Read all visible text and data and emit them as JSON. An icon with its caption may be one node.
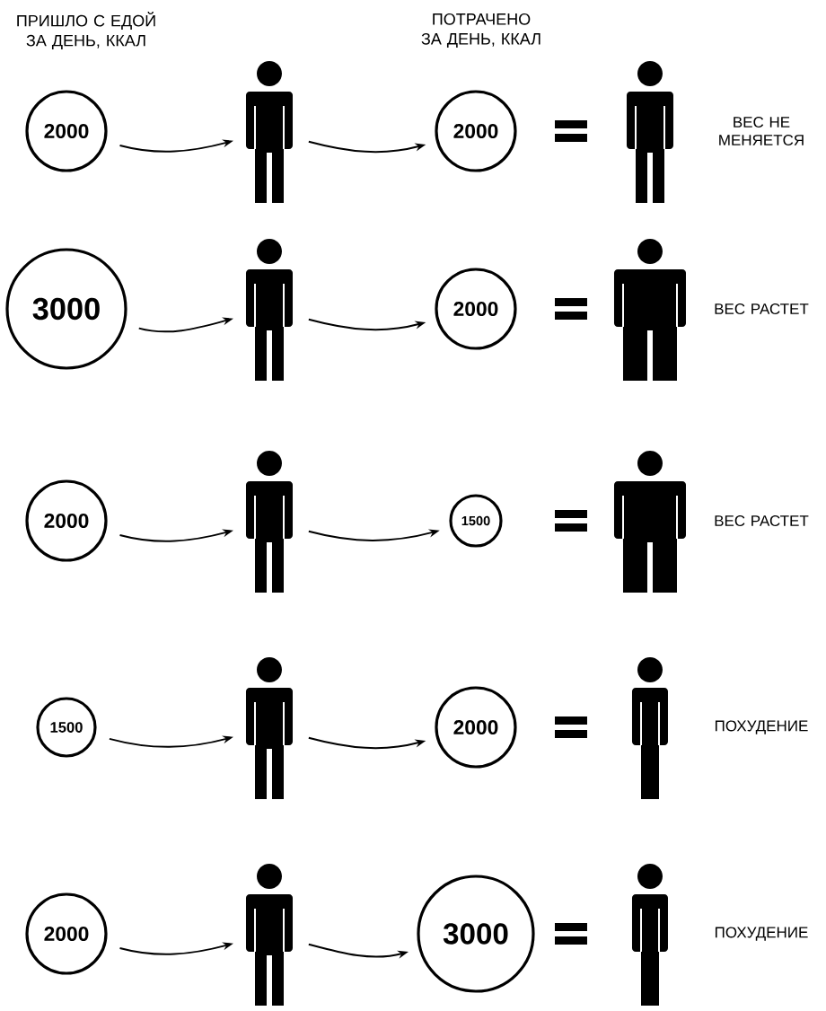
{
  "diagram": {
    "nodes": [
      {
        "text": [
          "2000"
        ]
      },
      {
        "text": [],
        "shape": "person"
      },
      {
        "text": [
          "2000"
        ]
      },
      {
        "text": [],
        "shape": "person",
        "beside": [
          "ВЕС НЕ МЕНЯЕТСЯ"
        ]
      },
      {
        "text": [
          "3000"
        ]
      },
      {
        "text": [],
        "shape": "person"
      },
      {
        "text": [
          "2000"
        ]
      },
      {
        "text": [],
        "shape": "person",
        "beside": [
          "ВЕС РАСТЕТ"
        ]
      },
      {
        "text": [
          "2000"
        ]
      },
      {
        "text": [],
        "shape": "person"
      },
      {
        "text": [
          "1500"
        ]
      },
      {
        "text": [],
        "shape": "person",
        "beside": [
          "ВЕС РАСТЕТ"
        ]
      },
      {
        "text": [
          "1500"
        ]
      },
      {
        "text": [],
        "shape": "person"
      },
      {
        "text": [
          "2000"
        ]
      },
      {
        "text": [],
        "shape": "person",
        "beside": [
          "ПОХУДЕНИЕ"
        ]
      },
      {
        "text": [
          "2000"
        ]
      },
      {
        "text": [],
        "shape": "person"
      },
      {
        "text": [
          "3000"
        ]
      },
      {
        "text": [],
        "shape": "person",
        "beside": [
          "ПОХУДЕНИЕ"
        ]
      }
    ],
    "edges": [
      {
        "from": 0,
        "to": 1,
        "arrow": "to"
      },
      {
        "from": 1,
        "to": 2,
        "arrow": "to"
      },
      {
        "from": 4,
        "to": 5,
        "arrow": "to"
      },
      {
        "from": 5,
        "to": 6,
        "arrow": "to"
      },
      {
        "from": 8,
        "to": 9,
        "arrow": "to"
      },
      {
        "from": 9,
        "to": 10,
        "arrow": "to"
      },
      {
        "from": 12,
        "to": 13,
        "arrow": "to"
      },
      {
        "from": 13,
        "to": 14,
        "arrow": "to"
      },
      {
        "from": 16,
        "to": 17,
        "arrow": "to"
      },
      {
        "from": 17,
        "to": 18,
        "arrow": "to"
      }
    ],
    "labels": [
      "ПРИШЛО С ЕДОЙ ЗА ДЕНЬ, ККАЛ",
      "ПОТРАЧЕНО ЗА ДЕНЬ, ККАЛ"
    ]
  }
}
